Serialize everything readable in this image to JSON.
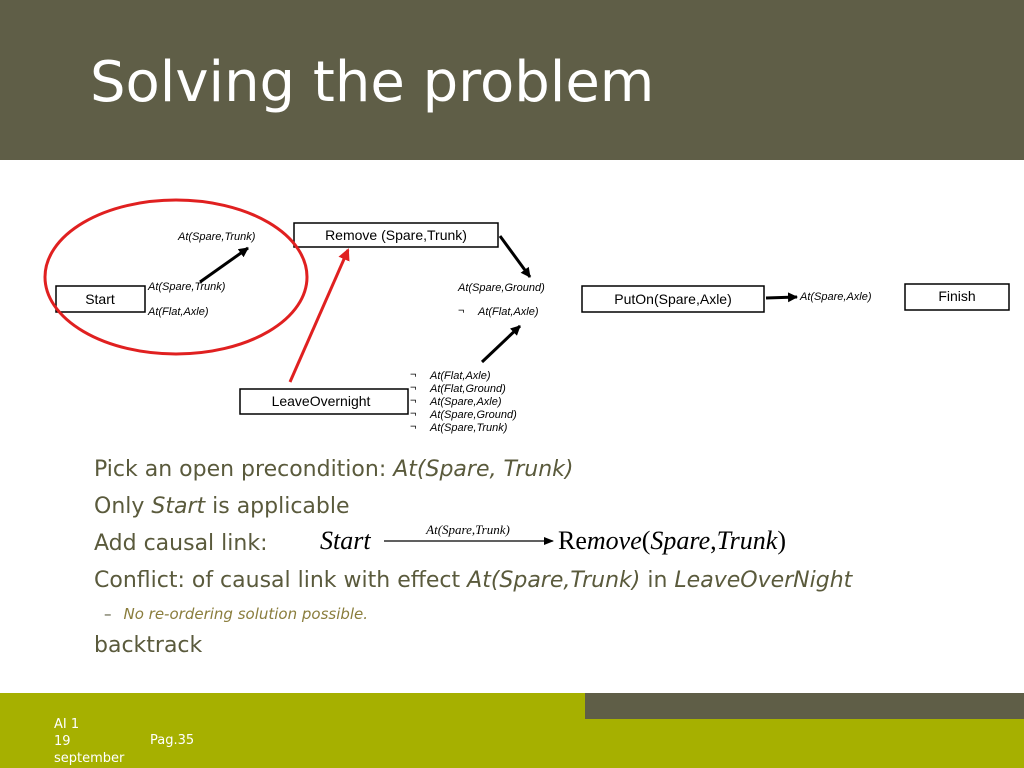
{
  "slide": {
    "title": "Solving the problem"
  },
  "diagram": {
    "nodes": {
      "start": "Start",
      "remove": "Remove (Spare,Trunk)",
      "puton": "PutOn(Spare,Axle)",
      "finish": "Finish",
      "leaveovernight": "LeaveOvernight"
    },
    "labels": {
      "remove_pre": "At(Spare,Trunk)",
      "start_eff_1": "At(Spare,Trunk)",
      "start_eff_2": "At(Flat,Axle)",
      "puton_pre_1": "At(Spare,Ground)",
      "puton_pre_2": "At(Flat,Axle)",
      "finish_pre": "At(Spare,Axle)",
      "leave_eff": [
        "At(Flat,Axle)",
        "At(Flat,Ground)",
        "At(Spare,Axle)",
        "At(Spare,Ground)",
        "At(Spare,Trunk)"
      ]
    },
    "highlight_color": "#e02020"
  },
  "bullets": {
    "b1_text": "Pick an open precondition: ",
    "b1_em": "At(Spare, Trunk)",
    "b2_text_a": "Only ",
    "b2_em": "Start",
    "b2_text_b": " is applicable",
    "b3_text": "Add causal link:",
    "b4_text_a": "Conflict: of causal link with effect ",
    "b4_em_a": "At(Spare,Trunk)",
    "b4_text_b": " in ",
    "b4_em_b": "LeaveOverNight",
    "sub_text": "No re-ordering solution possible.",
    "b5_text": "backtrack"
  },
  "formula": {
    "from": "Start",
    "link_label": "At(Spare,Trunk)",
    "to_a": "Re",
    "to_b": "move",
    "to_c": "(",
    "to_d": "Spare",
    "to_e": ",",
    "to_f": "Trunk",
    "to_g": ")"
  },
  "footer": {
    "course_line1": "AI 1",
    "course_line2": "19",
    "course_line3": "september",
    "page": "Pag.35"
  },
  "colors": {
    "header": "#5f5e47",
    "footer": "#a6b000",
    "text": "#5a5a3c"
  }
}
